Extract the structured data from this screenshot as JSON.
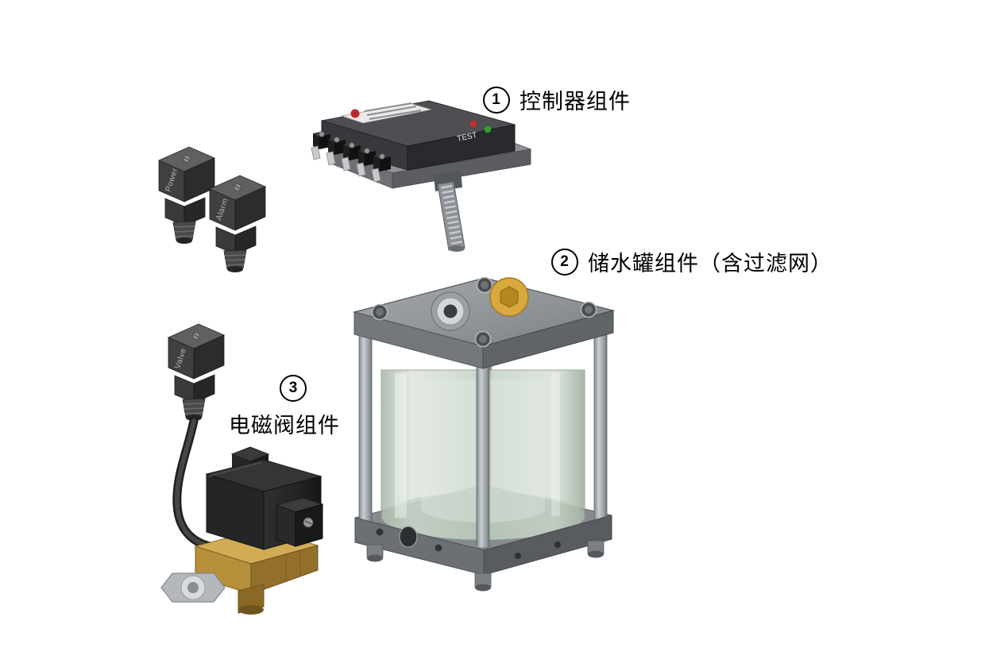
{
  "page": {
    "background": "#ffffff"
  },
  "labels": {
    "controller": {
      "number": "1",
      "text": "控制器组件"
    },
    "tank": {
      "number": "2",
      "text": "储水罐组件（含过滤网）"
    },
    "valve": {
      "number": "3",
      "text": "电磁阀组件"
    }
  },
  "connector_labels": {
    "power": "Power",
    "alarm": "Alarm",
    "valve": "Valve"
  },
  "controller": {
    "test_label": "TEST"
  },
  "colors": {
    "housing_dark": "#37393c",
    "plate_gray": "#8f9499",
    "glass_green": "#c2d0c2",
    "brass": "#d2ab55",
    "steel": "#b4b8bc",
    "led_red": "#cf2a2a",
    "led_green": "#2fa12f",
    "label_red": "#c0272d"
  }
}
